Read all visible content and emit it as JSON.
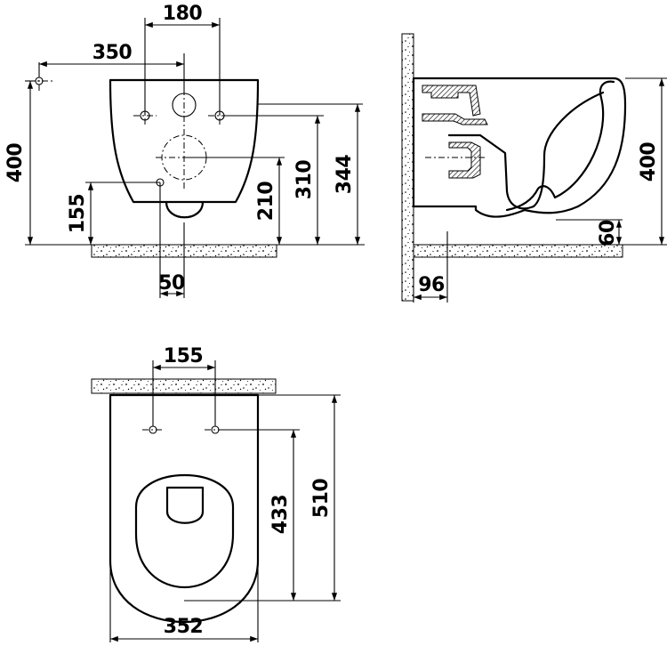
{
  "front_view": {
    "dims": {
      "top_bolt_spacing": "180",
      "supply_offset": "350",
      "total_height": "400",
      "drain_offset": "155",
      "drain_height": "210",
      "bolt_height": "310",
      "top_height": "344",
      "drain_center": "50"
    }
  },
  "side_view": {
    "dims": {
      "height": "400",
      "bottom_gap": "60",
      "wall_distance": "96"
    }
  },
  "top_view": {
    "dims": {
      "bolt_spacing": "155",
      "length": "510",
      "bolt_to_front": "433",
      "width": "352"
    }
  },
  "colors": {
    "ink": "#000000",
    "paper": "#ffffff"
  }
}
